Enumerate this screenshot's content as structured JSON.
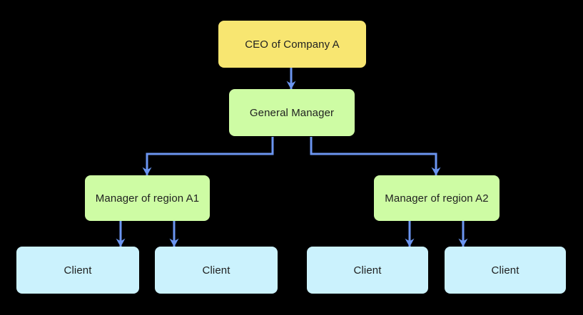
{
  "diagram": {
    "type": "org-chart",
    "nodes": {
      "ceo": {
        "label": "CEO of Company A",
        "color": "#F8E671",
        "level": "top"
      },
      "gm": {
        "label": "General Manager",
        "color": "#CEFCA4",
        "level": "middle"
      },
      "mgr_a1": {
        "label": "Manager of region A1",
        "color": "#CEFCA4",
        "level": "region"
      },
      "mgr_a2": {
        "label": "Manager of region A2",
        "color": "#CEFCA4",
        "level": "region"
      },
      "client1": {
        "label": "Client",
        "color": "#CBF2FD",
        "level": "leaf"
      },
      "client2": {
        "label": "Client",
        "color": "#CBF2FD",
        "level": "leaf"
      },
      "client3": {
        "label": "Client",
        "color": "#CBF2FD",
        "level": "leaf"
      },
      "client4": {
        "label": "Client",
        "color": "#CBF2FD",
        "level": "leaf"
      }
    },
    "edges": [
      {
        "from": "ceo",
        "to": "gm"
      },
      {
        "from": "gm",
        "to": "mgr_a1"
      },
      {
        "from": "gm",
        "to": "mgr_a2"
      },
      {
        "from": "mgr_a1",
        "to": "client1"
      },
      {
        "from": "mgr_a1",
        "to": "client2"
      },
      {
        "from": "mgr_a2",
        "to": "client3"
      },
      {
        "from": "mgr_a2",
        "to": "client4"
      }
    ],
    "colors": {
      "background": "#000000",
      "connector": "#6B95F0",
      "node_text": "#1F2020",
      "ceo_fill": "#F8E671",
      "manager_fill": "#CEFCA4",
      "client_fill": "#CBF2FD"
    }
  }
}
